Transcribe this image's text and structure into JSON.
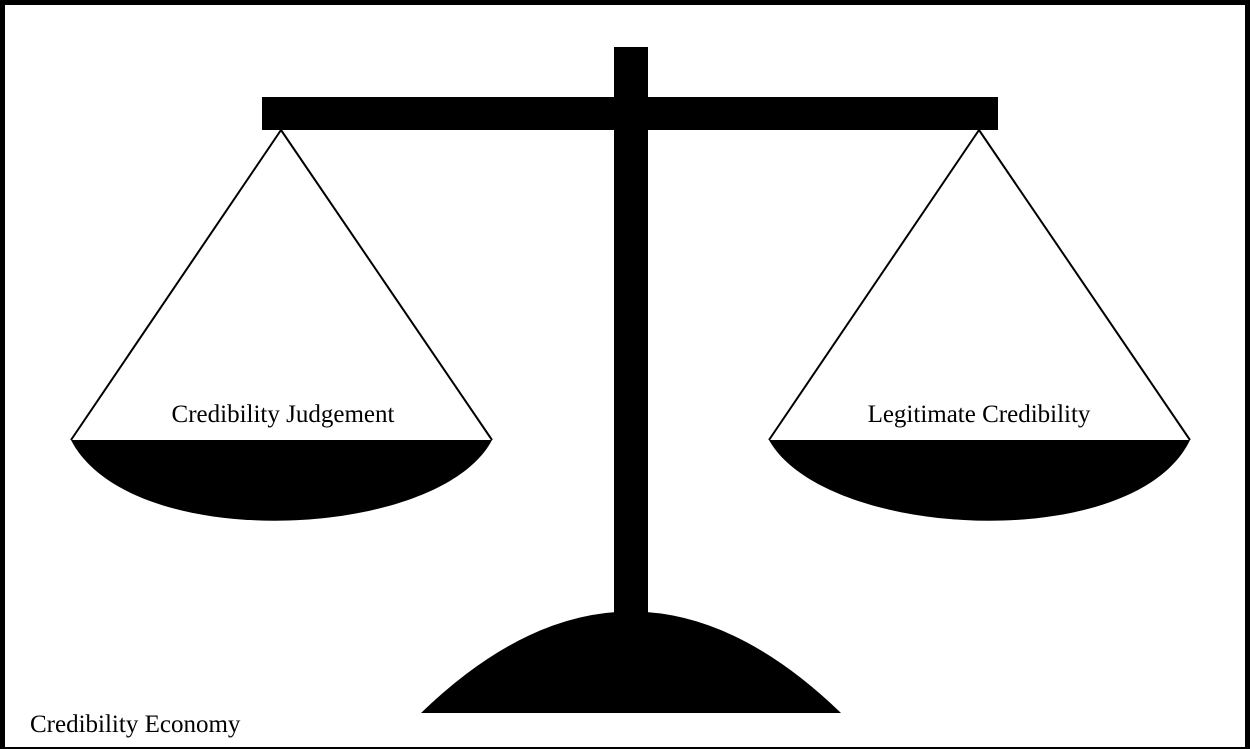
{
  "diagram": {
    "left_pan_label": "Credibility Judgement",
    "right_pan_label": "Legitimate Credibility",
    "footer_label": "Credibility Economy"
  },
  "colors": {
    "ink": "#000000",
    "paper": "#ffffff"
  }
}
